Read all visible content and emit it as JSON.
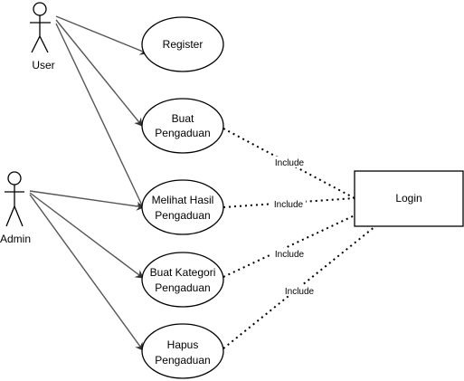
{
  "actors": {
    "user": {
      "name": "User"
    },
    "admin": {
      "name": "Admin"
    }
  },
  "usecases": {
    "register": {
      "lines": [
        "Register"
      ]
    },
    "buat_pengaduan": {
      "lines": [
        "Buat",
        "Pengaduan"
      ]
    },
    "melihat_hasil": {
      "lines": [
        "Melihat Hasil",
        "Pengaduan"
      ]
    },
    "buat_kategori": {
      "lines": [
        "Buat Kategori",
        "Pengaduan"
      ]
    },
    "hapus_pengaduan": {
      "lines": [
        "Hapus",
        "Pengaduan"
      ]
    }
  },
  "login_box": {
    "label": "Login"
  },
  "include_labels": [
    "Include",
    "Include",
    "Include",
    "Include"
  ],
  "colors": {
    "stroke": "#000000",
    "association_line": "#555555",
    "background": "#ffffff"
  }
}
